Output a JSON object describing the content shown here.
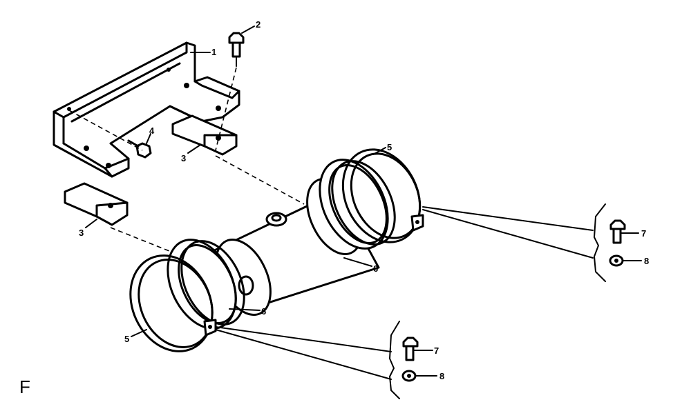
{
  "figure_letter": "F",
  "callouts": {
    "c1": "1",
    "c2": "2",
    "c3a": "3",
    "c3b": "3",
    "c4": "4",
    "c5a": "5",
    "c5b": "5",
    "c6a": "6",
    "c6b": "6",
    "c7a": "7",
    "c7b": "7",
    "c8a": "8",
    "c8b": "8"
  }
}
